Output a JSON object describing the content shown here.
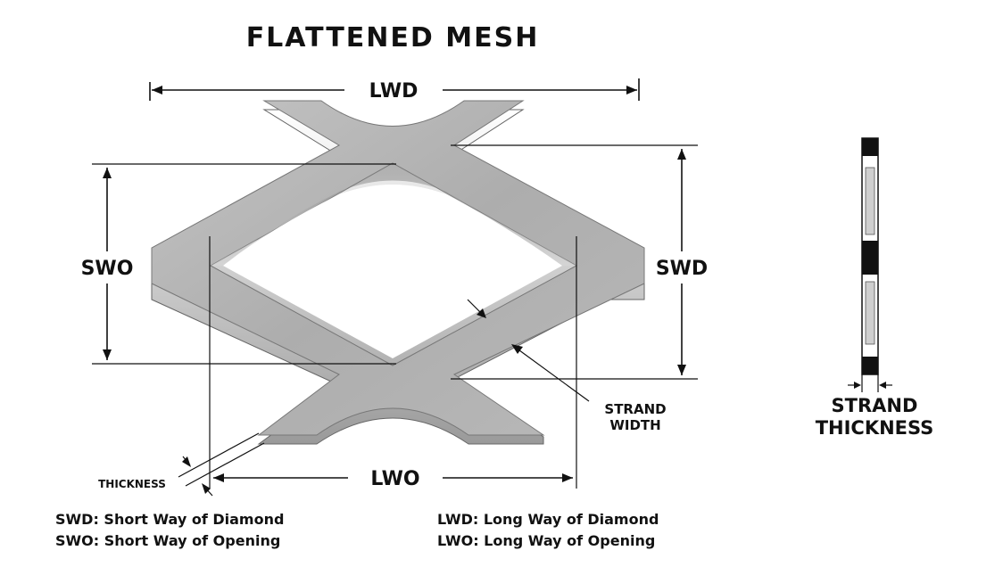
{
  "title": "FLATTENED MESH",
  "dimensions": {
    "lwd": "LWD",
    "lwo": "LWO",
    "swd": "SWD",
    "swo": "SWO",
    "thickness": "THICKNESS",
    "strand_width_line1": "STRAND",
    "strand_width_line2": "WIDTH",
    "strand_thickness_line1": "STRAND",
    "strand_thickness_line2": "THICKNESS"
  },
  "legend": {
    "swd": "SWD: Short Way of Diamond",
    "swo": "SWO: Short Way of Opening",
    "lwd": "LWD: Long Way of Diamond",
    "lwo": "LWO: Long Way of Opening"
  },
  "colors": {
    "metal_face": "#b3b3b3",
    "metal_edge": "#8a8a8a",
    "ink": "#111111"
  }
}
